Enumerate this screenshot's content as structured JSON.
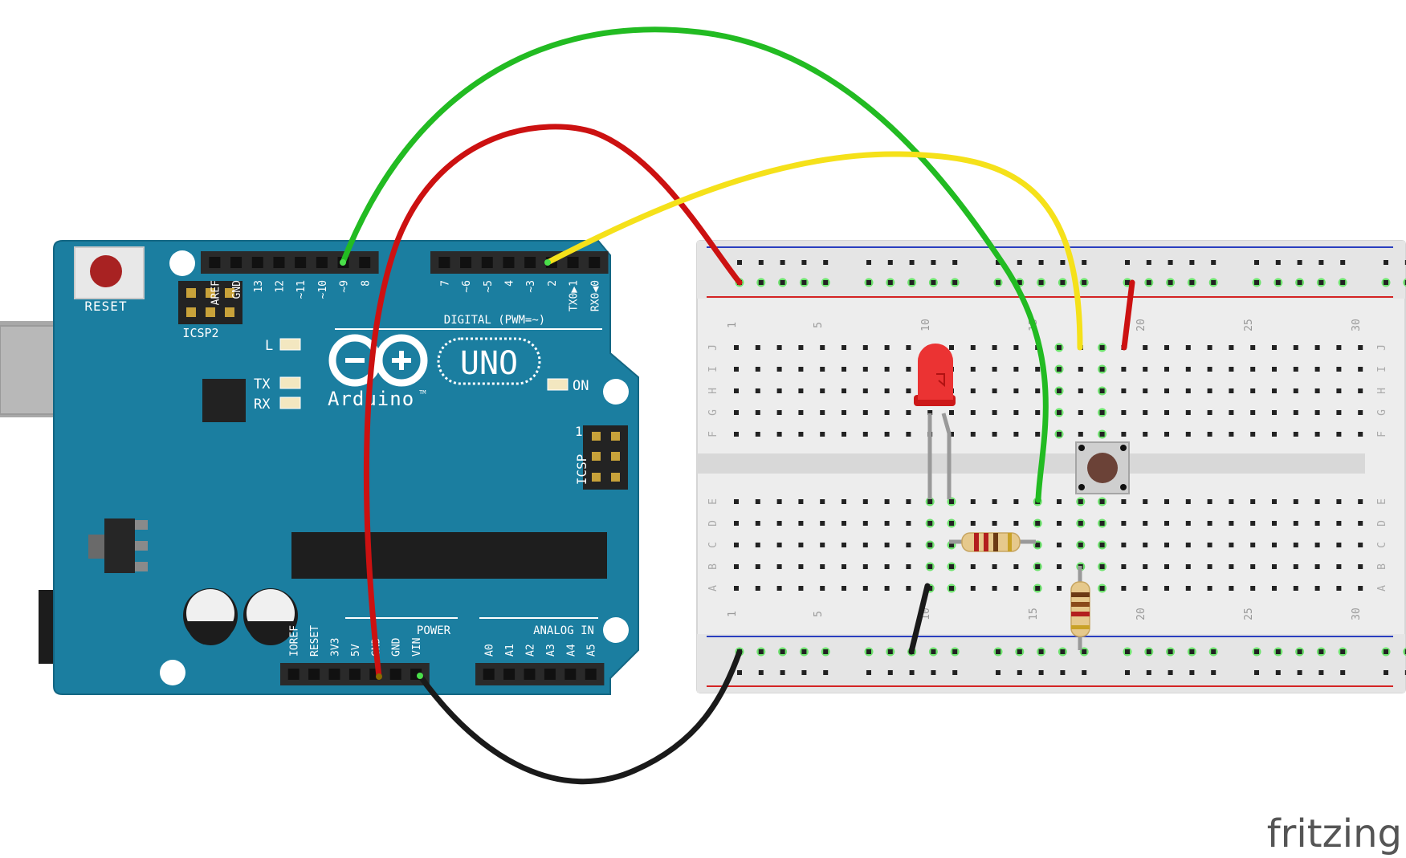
{
  "arduino": {
    "reset_label": "RESET",
    "icsp2_label": "ICSP2",
    "icsp_label": "ICSP",
    "icsp_pin1": "1",
    "led_l": "L",
    "led_tx": "TX",
    "led_rx": "RX",
    "led_on": "ON",
    "brand": "Arduino",
    "tm": "TM",
    "model": "UNO",
    "digital_label": "DIGITAL (PWM=~)",
    "power_label": "POWER",
    "analog_label": "ANALOG IN",
    "digital_pins": [
      "AREF",
      "GND",
      "13",
      "12",
      "~11",
      "~10",
      "~9",
      "8",
      "7",
      "~6",
      "~5",
      "4",
      "~3",
      "2",
      "TX0▶1",
      "RX0◀0"
    ],
    "power_pins": [
      "IOREF",
      "RESET",
      "3V3",
      "5V",
      "GND",
      "GND",
      "VIN"
    ],
    "analog_pins": [
      "A0",
      "A1",
      "A2",
      "A3",
      "A4",
      "A5"
    ]
  },
  "breadboard": {
    "column_marks": [
      "1",
      "5",
      "10",
      "15",
      "20",
      "25",
      "30"
    ],
    "top_rows": [
      "J",
      "I",
      "H",
      "G",
      "F"
    ],
    "bottom_rows": [
      "E",
      "D",
      "C",
      "B",
      "A"
    ]
  },
  "components": {
    "led_color": "#e02020",
    "resistor_count": 2,
    "pushbutton_count": 1
  },
  "wires": {
    "green": "#22bb22",
    "red": "#cc1111",
    "yellow": "#f5e11a",
    "black": "#1a1a1a"
  },
  "colors": {
    "board": "#1b7ea0",
    "breadboard": "#ededed",
    "rail_red": "#d42424",
    "rail_blue": "#2a3fbf"
  },
  "watermark": "fritzing"
}
